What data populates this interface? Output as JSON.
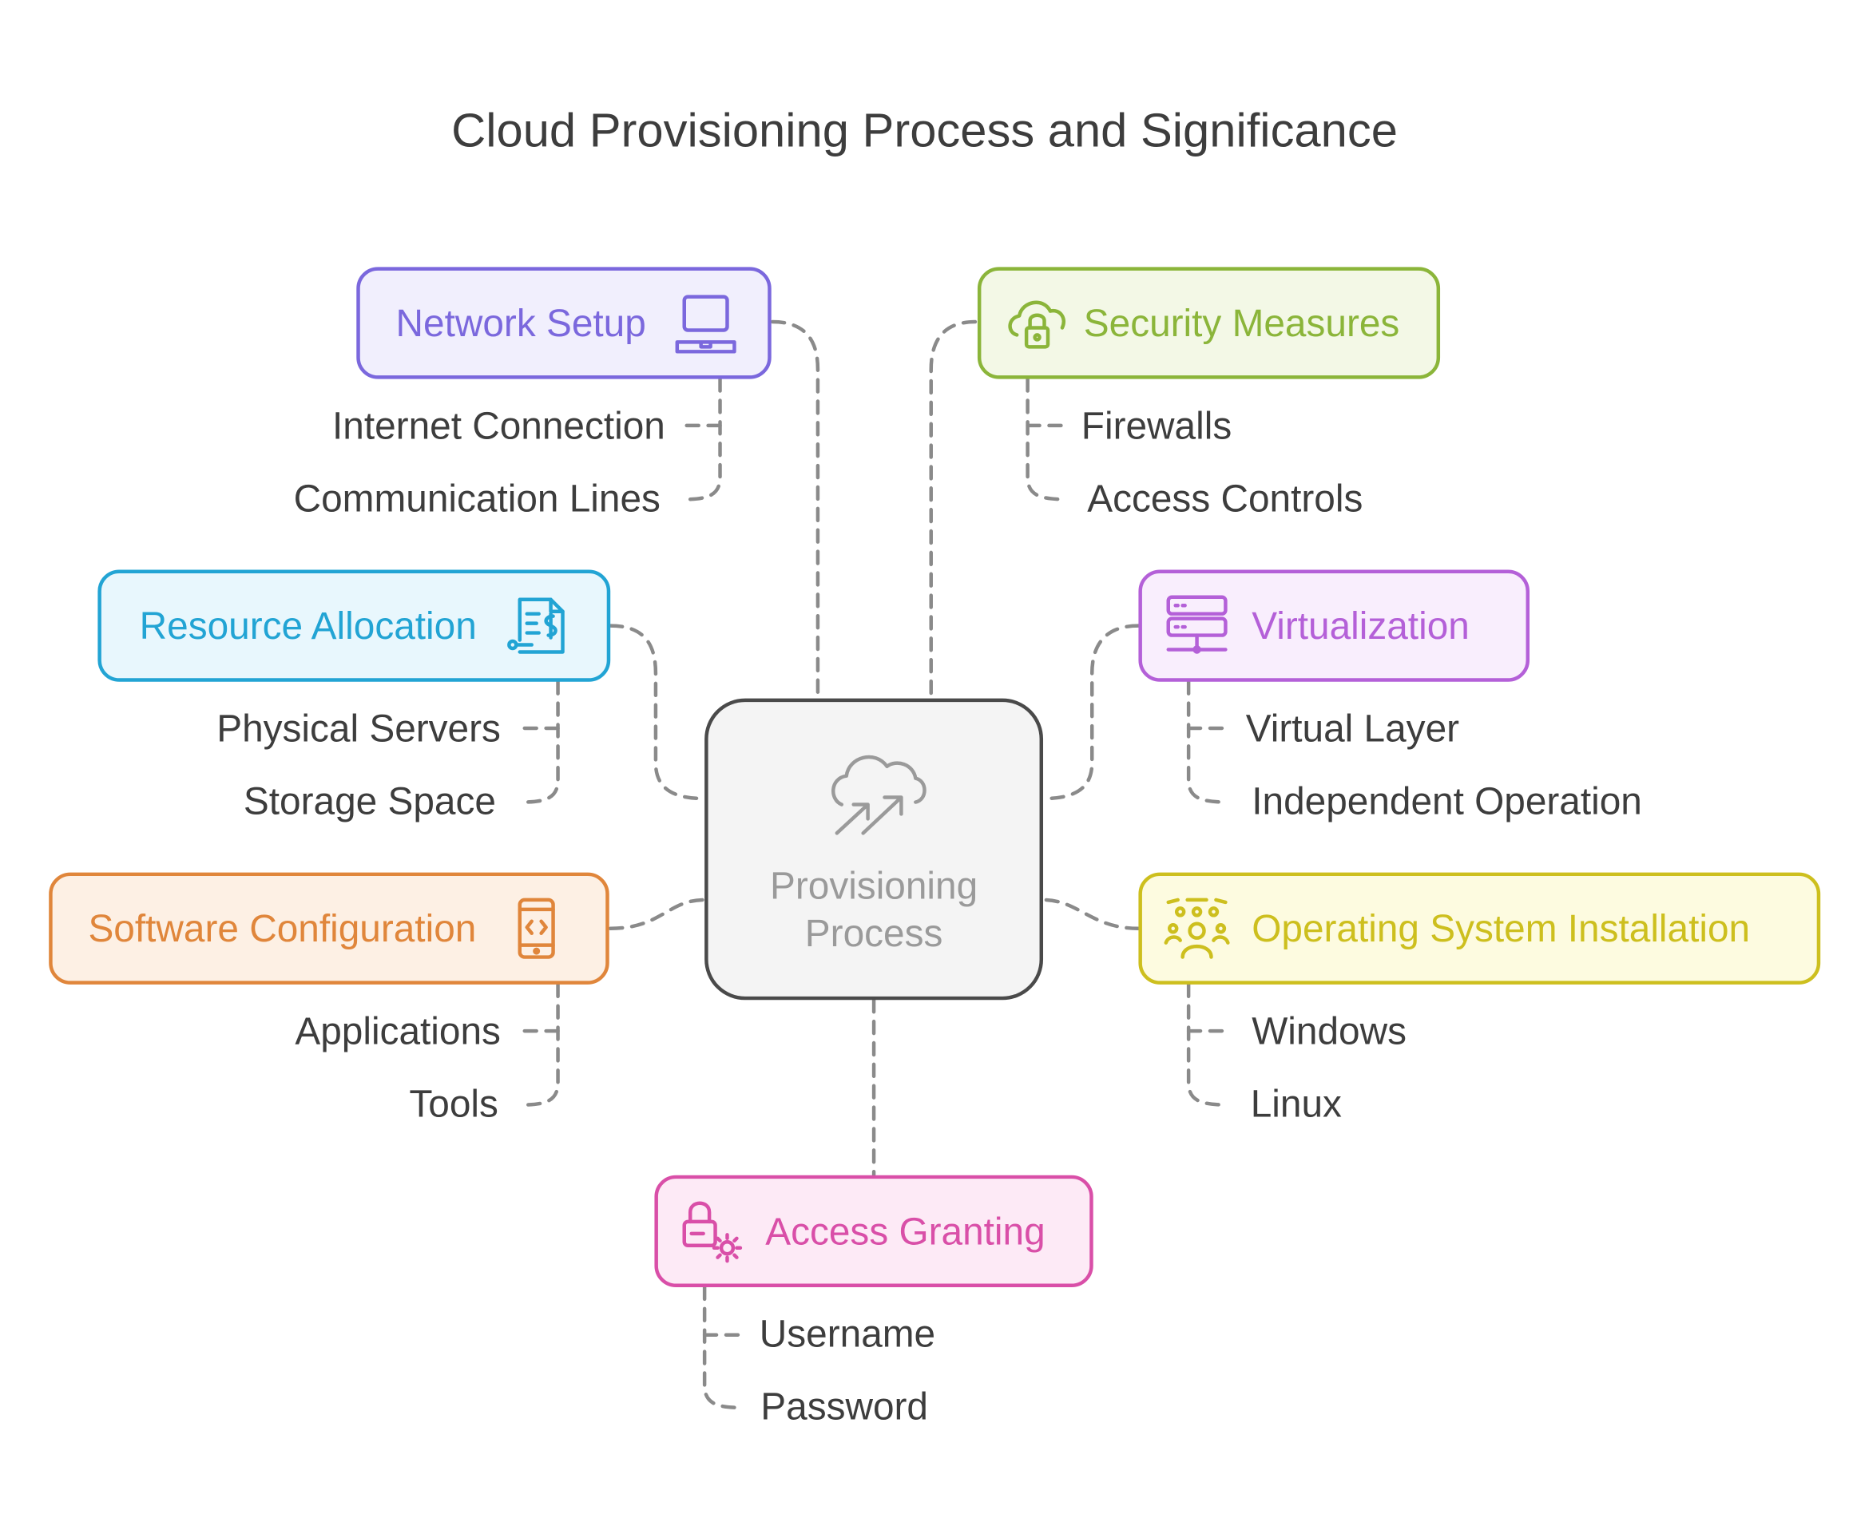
{
  "title": "Cloud Provisioning Process and Significance",
  "colors": {
    "connector": "#8a8a8a",
    "text": "#3d3d3d",
    "center_border": "#4a4a4a",
    "center_fill": "#f4f4f4",
    "center_text": "#9a9a9a",
    "network": "#7b68dd",
    "security": "#8bb53a",
    "resource": "#22a4d4",
    "virtualization": "#b460d8",
    "software": "#e0863b",
    "os": "#cdbf1e",
    "access": "#d94fa8"
  },
  "center": {
    "label_line1": "Provisioning",
    "label_line2": "Process",
    "icon": "cloud-arrows-icon"
  },
  "nodes": {
    "network": {
      "label": "Network Setup",
      "icon": "laptop-icon",
      "subs": [
        "Internet Connection",
        "Communication Lines"
      ]
    },
    "security": {
      "label": "Security Measures",
      "icon": "cloud-lock-icon",
      "subs": [
        "Firewalls",
        "Access Controls"
      ]
    },
    "resource": {
      "label": "Resource Allocation",
      "icon": "invoice-dollar-icon",
      "subs": [
        "Physical Servers",
        "Storage Space"
      ]
    },
    "virtualization": {
      "label": "Virtualization",
      "icon": "server-stack-icon",
      "subs": [
        "Virtual Layer",
        "Independent Operation"
      ]
    },
    "software": {
      "label": "Software Configuration",
      "icon": "mobile-code-icon",
      "subs": [
        "Applications",
        "Tools"
      ]
    },
    "os": {
      "label": "Operating System Installation",
      "icon": "team-icon",
      "subs": [
        "Windows",
        "Linux"
      ]
    },
    "access": {
      "label": "Access Granting",
      "icon": "lock-gear-icon",
      "subs": [
        "Username",
        "Password"
      ]
    }
  }
}
